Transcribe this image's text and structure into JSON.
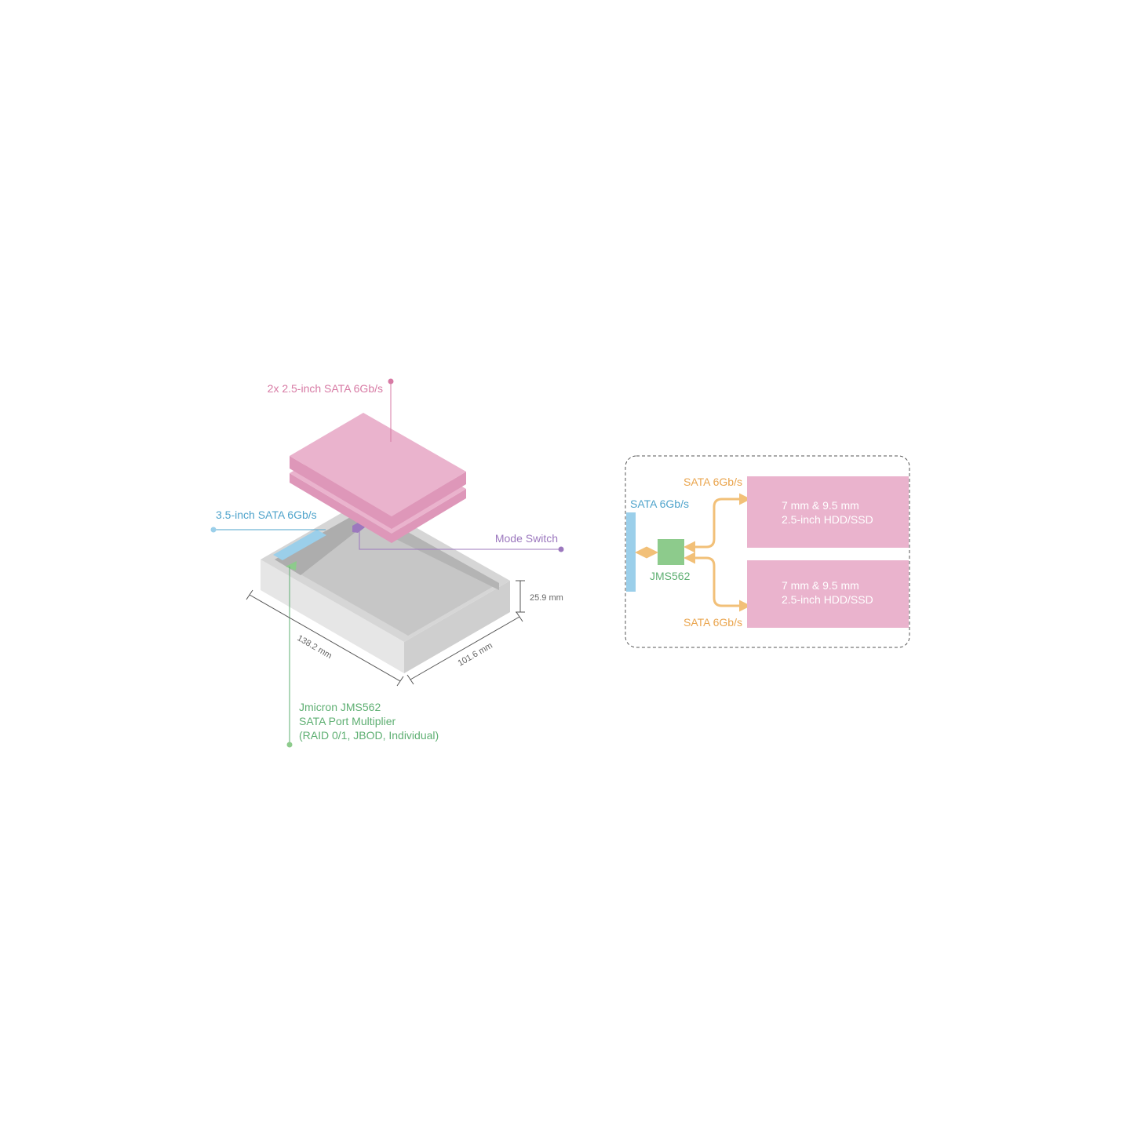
{
  "colors": {
    "pink": "#EAB3CD",
    "pink_dark": "#DE97B9",
    "pink_text": "#D77AA4",
    "blue": "#9BCFEA",
    "blue_text": "#4EA3CB",
    "green": "#8DCB8C",
    "green_text": "#5EAF72",
    "purple": "#9C78BE",
    "orange": "#F2C078",
    "orange_text": "#EAA54E",
    "enclosure_light": "#E6E6E6",
    "enclosure_mid": "#CFCFCF",
    "enclosure_dark": "#B4B4B4"
  },
  "isometric": {
    "callouts": {
      "drives": "2x 2.5-inch SATA 6Gb/s",
      "host_port": "3.5-inch SATA 6Gb/s",
      "mode_switch": "Mode Switch",
      "controller_line1": "Jmicron JMS562",
      "controller_line2": "SATA Port Multiplier",
      "controller_line3": "(RAID 0/1, JBOD, Individual)"
    },
    "dimensions": {
      "height": "25.9 mm",
      "length": "138.2 mm",
      "width": "101.6 mm"
    }
  },
  "block_diagram": {
    "host_link_label": "SATA 6Gb/s",
    "controller_label": "JMS562",
    "top_link_label": "SATA 6Gb/s",
    "bottom_link_label": "SATA 6Gb/s",
    "drives": [
      {
        "line1": "7 mm & 9.5 mm",
        "line2": "2.5-inch HDD/SSD"
      },
      {
        "line1": "7 mm & 9.5 mm",
        "line2": "2.5-inch HDD/SSD"
      }
    ]
  }
}
